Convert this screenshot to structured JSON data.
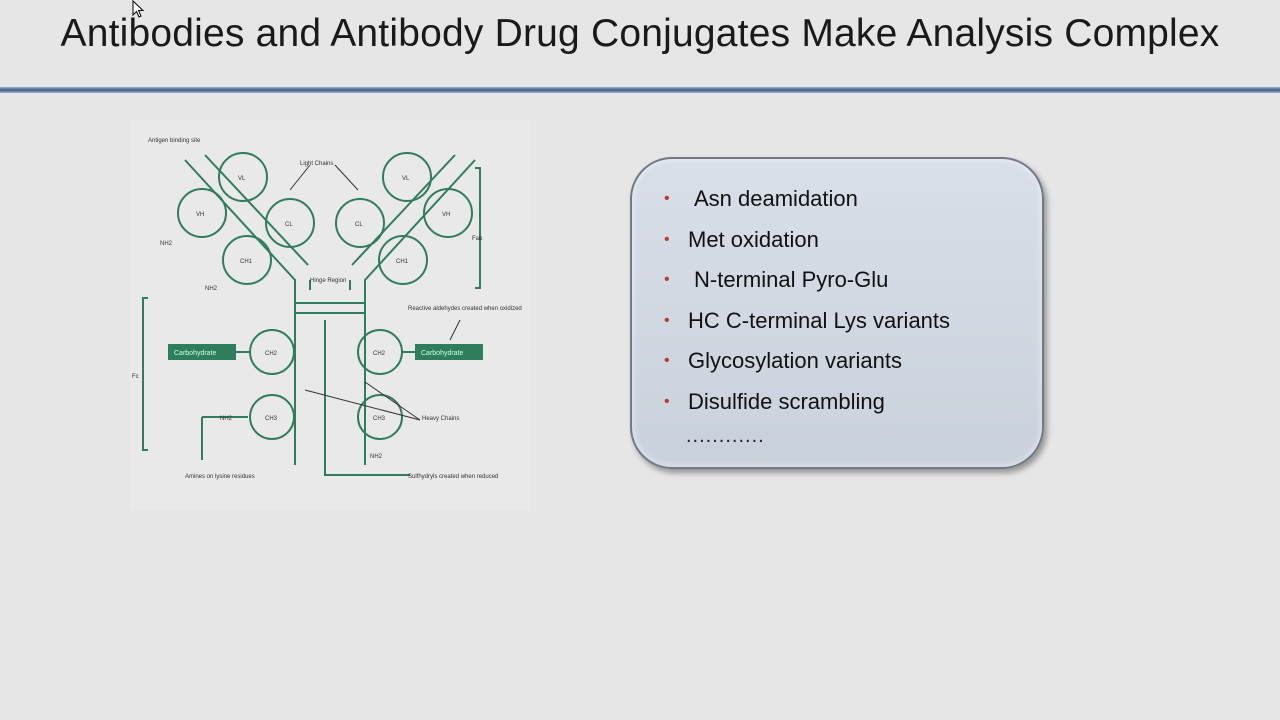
{
  "slide": {
    "title": "Antibodies and Antibody Drug Conjugates Make Analysis Complex",
    "accent_color": "#3f5f86"
  },
  "diagram": {
    "labels": {
      "antigen_binding_site": "Antigen binding site",
      "light_chains": "Light Chains",
      "fab": "Fab",
      "hinge_region": "Hinge Region",
      "reactive_aldehydes": "Reactive aldehydes created when oxidized",
      "carbohydrate": "Carbohydrate",
      "fc": "Fc",
      "heavy_chains": "Heavy Chains",
      "amines": "Amines on lysine residues",
      "sulfhydryls": "Sulfhydryls created when reduced",
      "vl": "VL",
      "vh": "VH",
      "cl": "CL",
      "ch1": "CH1",
      "ch2": "CH2",
      "ch3": "CH3",
      "nh2": "NH2"
    },
    "color": "#2e7d5b"
  },
  "bullets": {
    "items": [
      "Asn deamidation",
      "Met oxidation",
      "N-terminal Pyro-Glu",
      "HC C-terminal Lys variants",
      "Glycosylation variants",
      "Disulfide scrambling"
    ],
    "ellipsis": "............",
    "bullet_color": "#c0392b"
  }
}
